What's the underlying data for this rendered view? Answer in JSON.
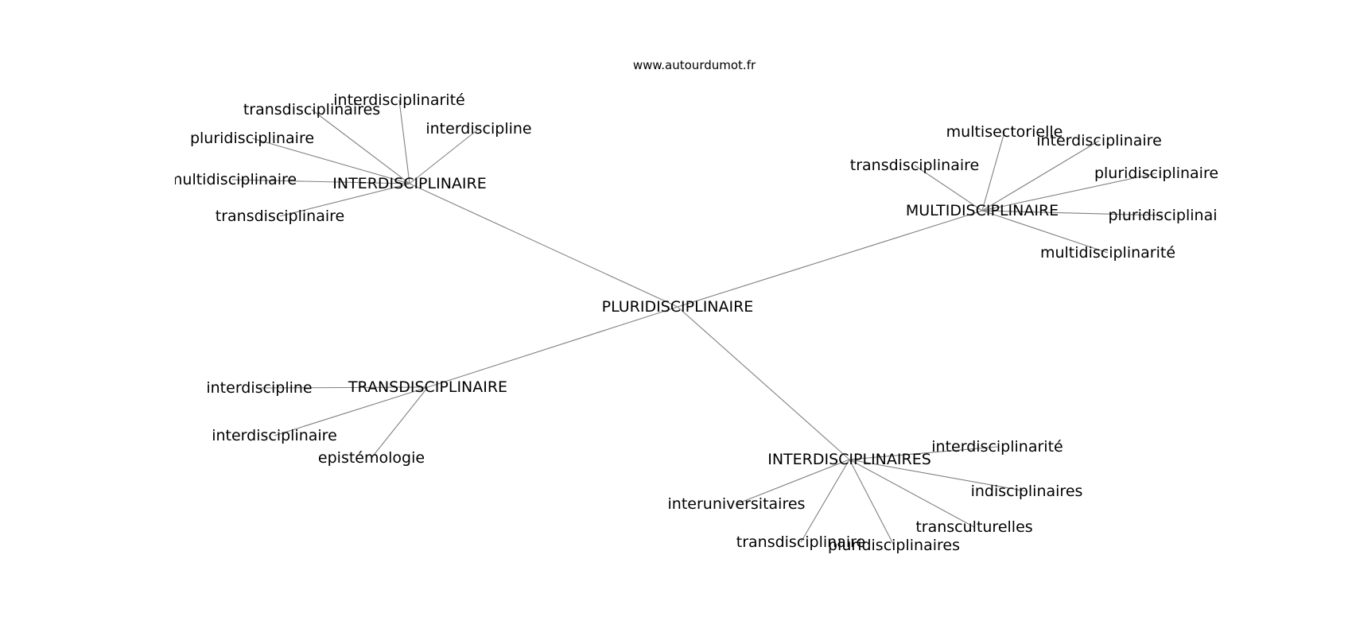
{
  "source": "www.autourdumot.fr",
  "graph": {
    "center": "PLURIDISCIPLINAIRE",
    "groups": [
      {
        "hub": "INTERDISCIPLINAIRE",
        "leaves": [
          "transdisciplinaires",
          "interdisciplinarité",
          "interdiscipline",
          "pluridisciplinaire",
          "multidisciplinaire",
          "transdisciplinaire"
        ]
      },
      {
        "hub": "MULTIDISCIPLINAIRE",
        "leaves": [
          "multisectorielle",
          "interdisciplinaire",
          "transdisciplinaire",
          "pluridisciplinaire",
          "pluridisciplinai",
          "multidisciplinarité"
        ]
      },
      {
        "hub": "TRANSDISCIPLINAIRE",
        "leaves": [
          "interdiscipline",
          "interdisciplinaire",
          "epistémologie"
        ]
      },
      {
        "hub": "INTERDISCIPLINAIRES",
        "leaves": [
          "interdisciplinarité",
          "indisciplinaires",
          "interuniversitaires",
          "transculturelles",
          "transdisciplinaire",
          "pluridisciplinaires"
        ]
      }
    ]
  }
}
